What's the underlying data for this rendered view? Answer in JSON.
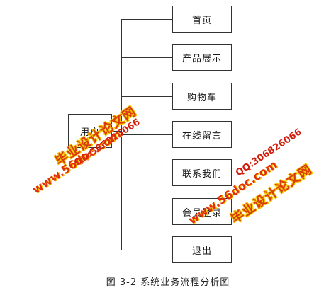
{
  "diagram": {
    "source_label": "用户",
    "nodes": [
      {
        "label": "首页"
      },
      {
        "label": "产品展示"
      },
      {
        "label": "购物车"
      },
      {
        "label": "在线留言"
      },
      {
        "label": "联系我们"
      },
      {
        "label": "会员登录"
      },
      {
        "label": "退出"
      }
    ],
    "caption": "图 3-2  系统业务流程分析图"
  },
  "watermarks": {
    "left": {
      "title": "毕业设计论文网",
      "url": "www.56doc.com",
      "qq": "QQ:306826066"
    },
    "right": {
      "title": "毕业设计论文网",
      "url": "www.56doc.com",
      "qq": "QQ:306826066"
    }
  },
  "colors": {
    "line": "#333333",
    "watermark_text": "#d93a0e",
    "watermark_outline": "#f7c600"
  }
}
